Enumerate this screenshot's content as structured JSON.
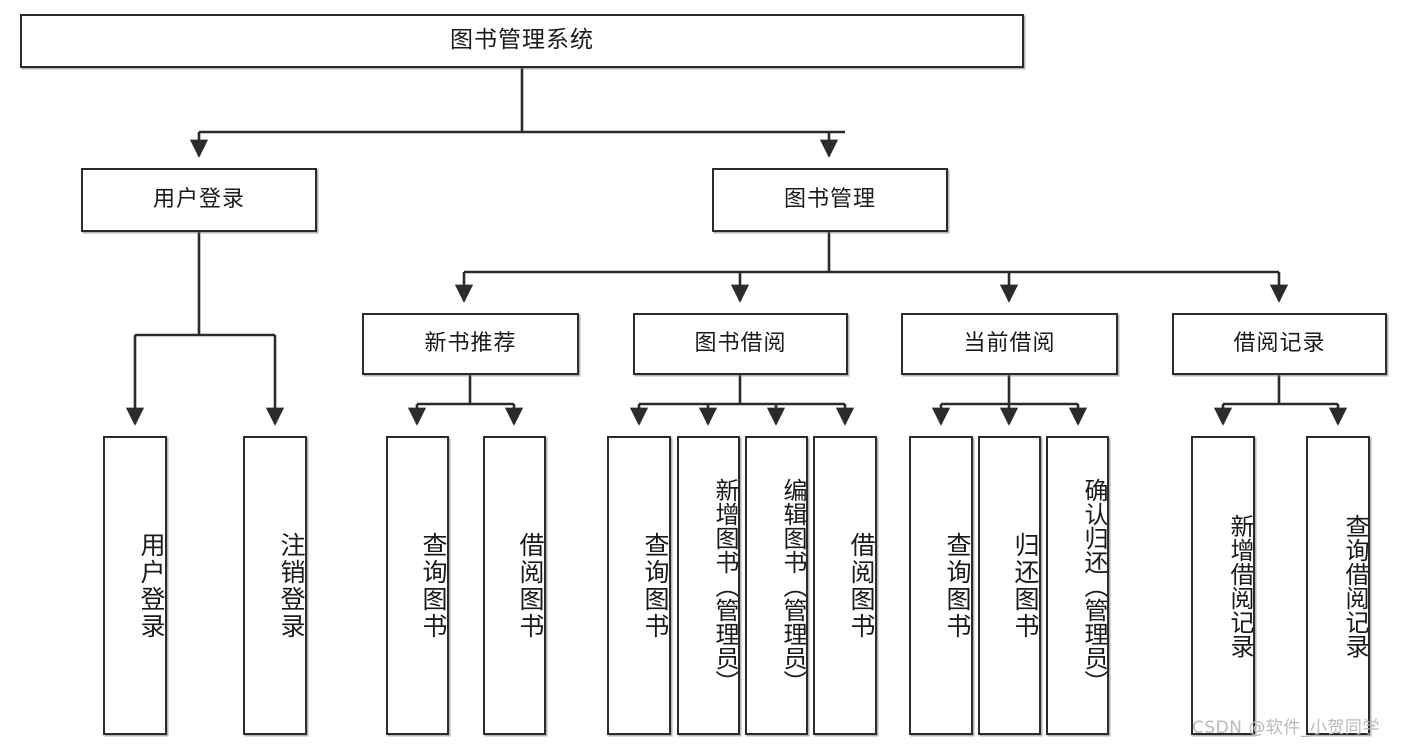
{
  "diagram": {
    "title": "图书管理系统",
    "type": "功能结构图",
    "style": {
      "box_border_color": "#2b2b2b",
      "box_fill_color": "#ffffff",
      "edge_color": "#2b2b2b",
      "text_color": "#1a1a1a",
      "watermark_color": "#b9b9b9",
      "background": "#ffffff"
    },
    "root": {
      "label": "图书管理系统"
    },
    "level2": [
      {
        "id": "user-login",
        "label": "用户登录"
      },
      {
        "id": "book-manage",
        "label": "图书管理"
      }
    ],
    "level3": [
      {
        "id": "new-book-rec",
        "label": "新书推荐",
        "parent": "book-manage"
      },
      {
        "id": "book-borrow",
        "label": "图书借阅",
        "parent": "book-manage"
      },
      {
        "id": "current-borrow",
        "label": "当前借阅",
        "parent": "book-manage"
      },
      {
        "id": "borrow-record",
        "label": "借阅记录",
        "parent": "book-manage"
      }
    ],
    "leaves": [
      {
        "id": "leaf-user-login",
        "label": "用户登录",
        "parent": "user-login"
      },
      {
        "id": "leaf-logout",
        "label": "注销登录",
        "parent": "user-login"
      },
      {
        "id": "leaf-query-book-1",
        "label": "查询图书",
        "parent": "new-book-rec"
      },
      {
        "id": "leaf-borrow-book-1",
        "label": "借阅图书",
        "parent": "new-book-rec"
      },
      {
        "id": "leaf-query-book-2",
        "label": "查询图书",
        "parent": "book-borrow"
      },
      {
        "id": "leaf-add-book",
        "label": "新增图书（管理员）",
        "parent": "book-borrow"
      },
      {
        "id": "leaf-edit-book",
        "label": "编辑图书（管理员）",
        "parent": "book-borrow"
      },
      {
        "id": "leaf-borrow-book-2",
        "label": "借阅图书",
        "parent": "book-borrow"
      },
      {
        "id": "leaf-query-book-3",
        "label": "查询图书",
        "parent": "current-borrow"
      },
      {
        "id": "leaf-return-book",
        "label": "归还图书",
        "parent": "current-borrow"
      },
      {
        "id": "leaf-confirm-return",
        "label": "确认归还（管理员）",
        "parent": "current-borrow"
      },
      {
        "id": "leaf-add-record",
        "label": "新增借阅记录",
        "parent": "borrow-record"
      },
      {
        "id": "leaf-query-record",
        "label": "查询借阅记录",
        "parent": "borrow-record"
      }
    ]
  },
  "watermark": {
    "text": "CSDN @软件_小贺同学"
  }
}
